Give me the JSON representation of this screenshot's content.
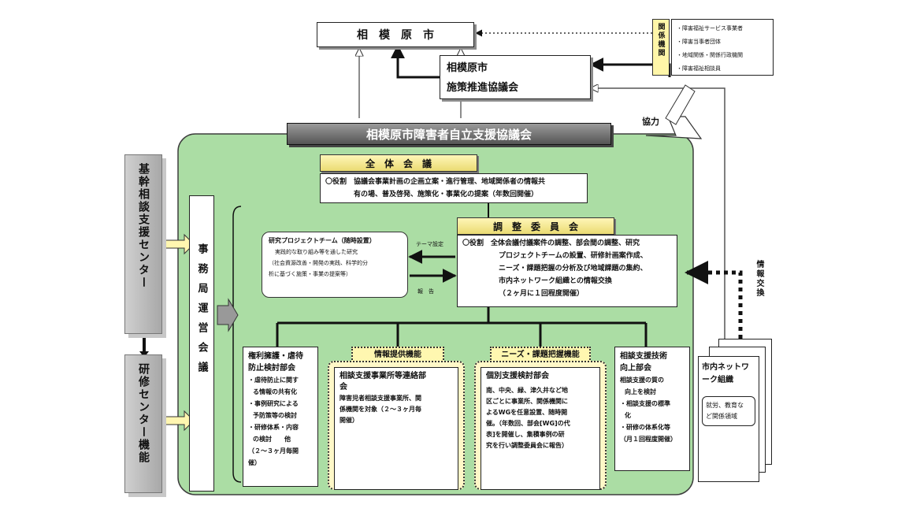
{
  "city": "相　模　原　市",
  "council_title": "相模原市",
  "council_sub": "施策推進協議会",
  "related": {
    "label": "関係機関",
    "items": [
      "障害福祉サービス事業者",
      "障害当事者団体",
      "地域関係・関係行政機関",
      "障害福祉相談員"
    ]
  },
  "cooperation": "協力",
  "info_exchange": "情報交換",
  "main_banner": "相模原市障害者自立支援協議会",
  "left_center1": "基幹相談支援センター",
  "left_center2": "研修センター機能",
  "secretariat": "事務局運営会議",
  "zentai": {
    "title": "全　体　会　議",
    "role": "〇役割　協議会事業計画の企画立案・進行管理、地域関係者の情報共",
    "role2": "　　　　有の場、普及啓発、施策化・事業化の提案（年数回開催）"
  },
  "chosei": {
    "title": "調　整　委　員　会",
    "l1": "〇役割　全体会議付議案件の調整、部会間の調整、研究",
    "l2": "プロジェクトチームの設置、研修計画案作成、",
    "l3": "ニーズ・課題把握の分析及び地域課題の集約、",
    "l4": "市内ネットワーク組織との情報交換",
    "l5": "（２ヶ月に１回程度開催）"
  },
  "project": {
    "title": "研究プロジェクトチーム（随時設置）",
    "l1": "実践的な取り組み等を通した研究",
    "l2": "（社会資源改善・開発の実践、科学的分",
    "l3": "析に基づく施策・事業の提案等）"
  },
  "theme": "テーマ設定",
  "report": "報　告",
  "kenri": {
    "title1": "権利擁護・虐待",
    "title2": "防止検討部会",
    "b1": "・虐待防止に関す",
    "b1b": "る情報の共有化",
    "b2": "・事例研究による",
    "b2b": "予防策等の検討",
    "b3": "・研修体系・内容",
    "b3b": "の検討　　他",
    "b4": "（２～３ヶ月毎開",
    "b4b": "催）"
  },
  "info_tab": "情報提供機能",
  "soudan": {
    "title1": "相談支援事業所等連絡部",
    "title2": "会",
    "b1": "障害児者相談支援事業所、関",
    "b2": "係機関を対象（２～３ヶ月毎",
    "b3": "開催）"
  },
  "needs_tab": "ニーズ・課題把握機能",
  "kobetsu": {
    "title": "個別支援検討部会",
    "b1": "南、中央、緑、津久井など地",
    "b2": "区ごとに事業所、関係機関に",
    "b3": "よるWGを任意設置、随時開",
    "b4": "催。（年数回、部会[WG]の代",
    "b5": "表]を開催し、集積事例の研",
    "b6": "究を行い調整委員会に報告）"
  },
  "kojo": {
    "title1": "相談支援技術",
    "title2": "向上部会",
    "b1": "相談支援の質の",
    "b1b": "向上を検討",
    "b2": "・相談支援の標準",
    "b2b": "化",
    "b3": "・研修の体系化等",
    "b4": "（月１回程度開催）"
  },
  "network": {
    "title1": "市内ネットワ",
    "title2": "ーク組織",
    "inner1": "就労、教育な",
    "inner2": "ど関係領域"
  }
}
